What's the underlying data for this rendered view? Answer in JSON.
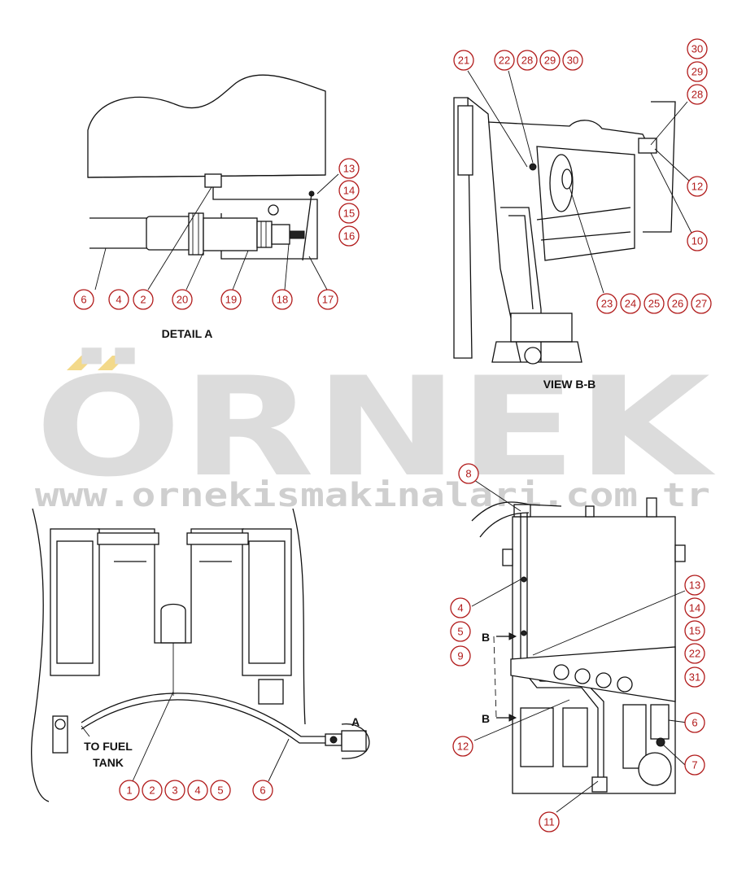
{
  "labels": {
    "detail_a": "DETAIL A",
    "view_bb": "VIEW B-B",
    "to_fuel_tank_line1": "TO FUEL",
    "to_fuel_tank_line2": "TANK",
    "section_a": "A",
    "section_b_top": "B",
    "section_b_bottom": "B"
  },
  "watermark": {
    "brand": "ÖRNEK",
    "url": "www.ornekismakinalari.com.tr",
    "accent_color": "#f3d98a",
    "text_color": "#dcdcdc"
  },
  "callout_color": "#b11a1a",
  "callouts": {
    "detail_a": [
      "13",
      "14",
      "15",
      "16",
      "6",
      "4",
      "2",
      "20",
      "19",
      "18",
      "17"
    ],
    "view_bb": [
      "21",
      "22",
      "28",
      "29",
      "30",
      "30",
      "29",
      "28",
      "12",
      "10",
      "23",
      "24",
      "25",
      "26",
      "27"
    ],
    "bottom_left": [
      "1",
      "2",
      "3",
      "4",
      "5",
      "6"
    ],
    "bottom_right": [
      "8",
      "4",
      "5",
      "9",
      "13",
      "14",
      "15",
      "22",
      "31",
      "12",
      "6",
      "7",
      "11"
    ]
  }
}
